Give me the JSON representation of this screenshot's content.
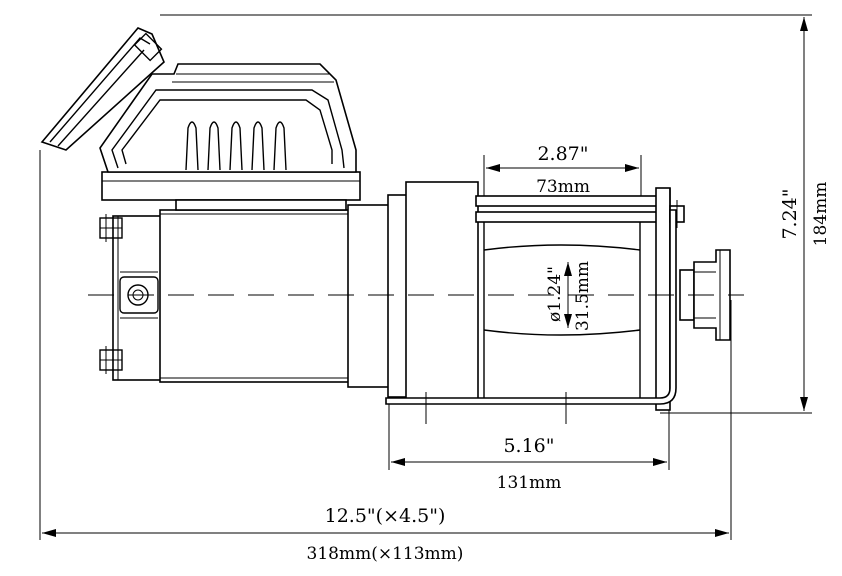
{
  "dimensions": {
    "overall_length_in": "12.5\"(×4.5\")",
    "overall_length_mm": "318mm(×113mm)",
    "base_width_in": "5.16\"",
    "base_width_mm": "131mm",
    "drum_length_in": "2.87\"",
    "drum_length_mm": "73mm",
    "drum_diameter_in": "ø1.24\"",
    "drum_diameter_mm": "31.5mm",
    "overall_height_in": "7.24\"",
    "overall_height_mm": "184mm"
  },
  "colors": {
    "line": "#000000",
    "background": "#ffffff"
  }
}
